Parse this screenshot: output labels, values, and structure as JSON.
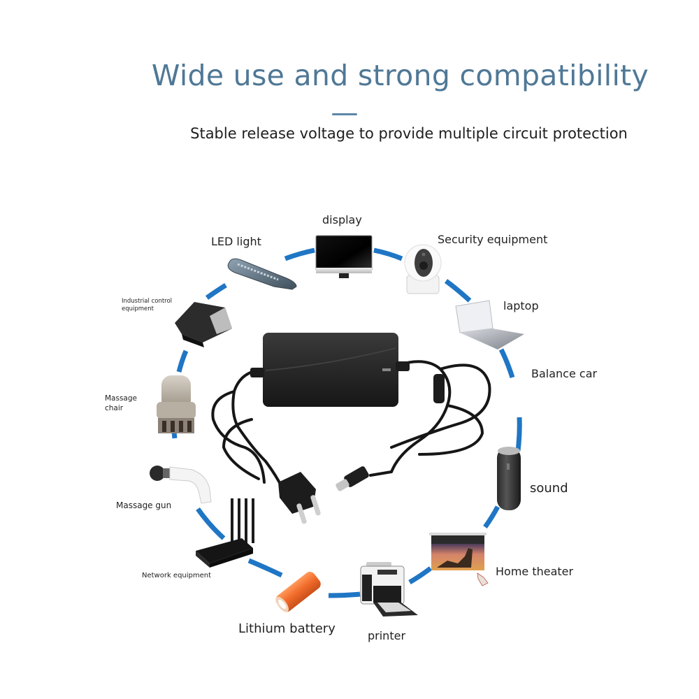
{
  "header": {
    "title": "Wide use and strong compatibility",
    "subtitle": "Stable release voltage to provide multiple circuit protection"
  },
  "center_product": {
    "name": "power-adapter",
    "label_on_case": "####"
  },
  "devices": [
    {
      "id": "display",
      "label": "display",
      "icon": "monitor-icon"
    },
    {
      "id": "security",
      "label": "Security equipment",
      "icon": "security-camera-icon"
    },
    {
      "id": "laptop",
      "label": "laptop",
      "icon": "laptop-icon"
    },
    {
      "id": "balance-car",
      "label": "Balance car",
      "icon": "balance-car-icon"
    },
    {
      "id": "sound",
      "label": "sound",
      "icon": "speaker-icon"
    },
    {
      "id": "home-theater",
      "label": "Home theater",
      "icon": "projector-screen-icon"
    },
    {
      "id": "printer",
      "label": "printer",
      "icon": "printer-icon"
    },
    {
      "id": "lithium-battery",
      "label": "Lithium battery",
      "icon": "battery-icon"
    },
    {
      "id": "network",
      "label": "Network equipment",
      "icon": "router-icon"
    },
    {
      "id": "massage-gun",
      "label": "Massage gun",
      "icon": "massage-gun-icon"
    },
    {
      "id": "massage-chair",
      "label_line1": "Massage",
      "label_line2": "chair",
      "icon": "massage-chair-icon"
    },
    {
      "id": "industrial",
      "label_line1": "Industrial control",
      "label_line2": "equipment",
      "icon": "industrial-controller-icon"
    },
    {
      "id": "led",
      "label": "LED light",
      "icon": "led-street-light-icon"
    }
  ],
  "colors": {
    "accent_blue": "#1f76c4",
    "title_blue": "#4f7896",
    "text_dark": "#222222"
  }
}
